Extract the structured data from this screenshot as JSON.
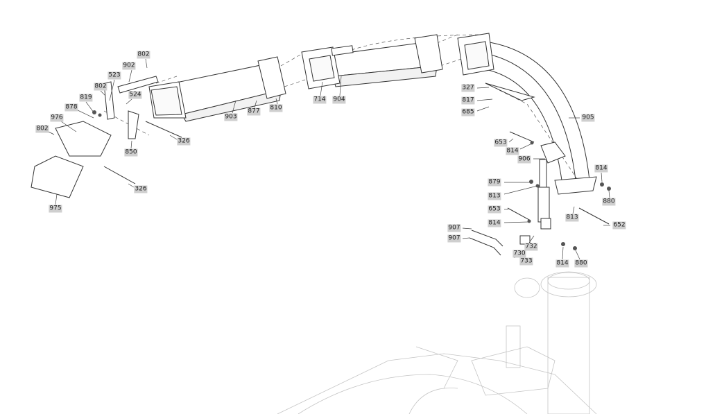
{
  "title": "Discharge chute exploded parts diagram",
  "parts": [
    {
      "id": "p1",
      "number": "802"
    },
    {
      "id": "p2",
      "number": "902"
    },
    {
      "id": "p3",
      "number": "523"
    },
    {
      "id": "p4",
      "number": "802"
    },
    {
      "id": "p5",
      "number": "524"
    },
    {
      "id": "p6",
      "number": "819"
    },
    {
      "id": "p7",
      "number": "878"
    },
    {
      "id": "p8",
      "number": "976"
    },
    {
      "id": "p9",
      "number": "802"
    },
    {
      "id": "p10",
      "number": "850"
    },
    {
      "id": "p11",
      "number": "326"
    },
    {
      "id": "p12",
      "number": "326"
    },
    {
      "id": "p13",
      "number": "975"
    },
    {
      "id": "p14",
      "number": "903"
    },
    {
      "id": "p15",
      "number": "877"
    },
    {
      "id": "p16",
      "number": "810"
    },
    {
      "id": "p17",
      "number": "714"
    },
    {
      "id": "p18",
      "number": "904"
    },
    {
      "id": "p19",
      "number": "327"
    },
    {
      "id": "p20",
      "number": "817"
    },
    {
      "id": "p21",
      "number": "685"
    },
    {
      "id": "p22",
      "number": "905"
    },
    {
      "id": "p23",
      "number": "653"
    },
    {
      "id": "p24",
      "number": "814"
    },
    {
      "id": "p25",
      "number": "906"
    },
    {
      "id": "p26",
      "number": "814"
    },
    {
      "id": "p27",
      "number": "879"
    },
    {
      "id": "p28",
      "number": "813"
    },
    {
      "id": "p29",
      "number": "880"
    },
    {
      "id": "p30",
      "number": "653"
    },
    {
      "id": "p31",
      "number": "813"
    },
    {
      "id": "p32",
      "number": "652"
    },
    {
      "id": "p33",
      "number": "814"
    },
    {
      "id": "p34",
      "number": "907"
    },
    {
      "id": "p35",
      "number": "907"
    },
    {
      "id": "p36",
      "number": "732"
    },
    {
      "id": "p37",
      "number": "730"
    },
    {
      "id": "p38",
      "number": "733"
    },
    {
      "id": "p39",
      "number": "814"
    },
    {
      "id": "p40",
      "number": "880"
    }
  ],
  "colors": {
    "line": "#333333",
    "ghost": "#c4c4c4",
    "label_bg": "#cfcfcf"
  }
}
